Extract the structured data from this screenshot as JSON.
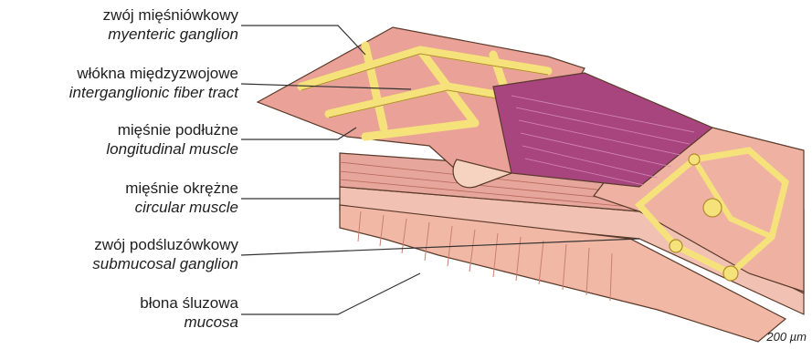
{
  "labels": [
    {
      "pl": "zwój mięśniówkowy",
      "en": "myenteric ganglion"
    },
    {
      "pl": "włókna międzyzwojowe",
      "en": "interganglionic fiber tract"
    },
    {
      "pl": "mięśnie podłużne",
      "en": "longitudinal muscle"
    },
    {
      "pl": "mięśnie okrężne",
      "en": "circular muscle"
    },
    {
      "pl": "zwój podśluzówkowy",
      "en": "submucosal ganglion"
    },
    {
      "pl": "błona śluzowa",
      "en": "mucosa"
    }
  ],
  "scale_bar": "200 µm",
  "colors": {
    "mucosa": "#f2b8a6",
    "mucosa_dark": "#d98f7e",
    "muscle_pink": "#e39a93",
    "muscle_light": "#f3c7b8",
    "circular_purple": "#9d3b78",
    "circular_light": "#c56a9a",
    "ganglion_yellow": "#f6e27a",
    "ganglion_edge": "#b08a2e",
    "outline": "#5a3a2a"
  }
}
